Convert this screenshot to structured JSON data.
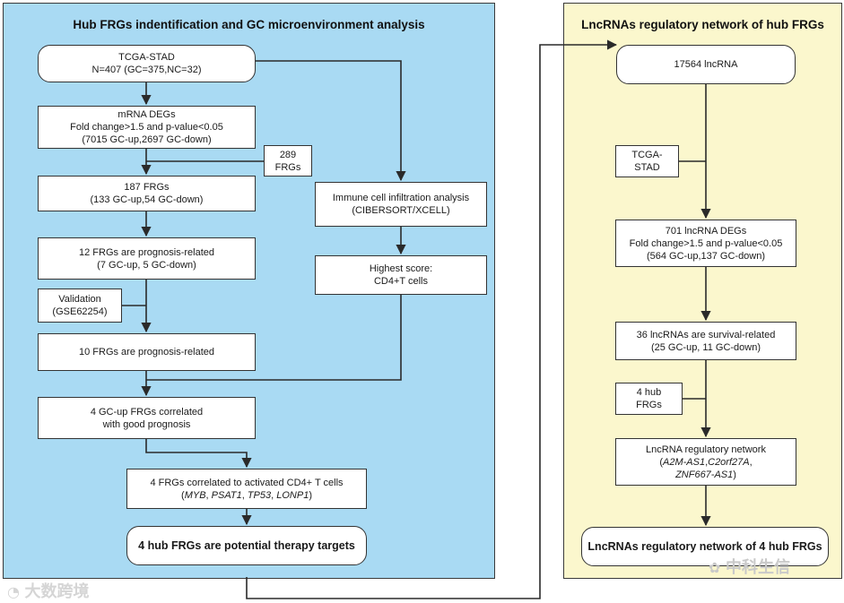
{
  "left_panel": {
    "title": "Hub FRGs indentification and GC microenvironment analysis",
    "tcga": {
      "l1": "TCGA-STAD",
      "l2": "N=407 (GC=375,NC=32)"
    },
    "mrna_degs": {
      "l1": "mRNA DEGs",
      "l2": "Fold change>1.5 and p-value<0.05",
      "l3": "(7015 GC-up,2697 GC-down)"
    },
    "frgs289": {
      "l1": "289",
      "l2": "FRGs"
    },
    "frgs187": {
      "l1": "187 FRGs",
      "l2": "(133 GC-up,54 GC-down)"
    },
    "immune": {
      "l1": "Immune cell infiltration analysis",
      "l2": "(CIBERSORT/XCELL)"
    },
    "prognosis12": {
      "l1": "12 FRGs are prognosis-related",
      "l2": "(7 GC-up, 5 GC-down)"
    },
    "highest": {
      "l1": "Highest score:",
      "l2": "CD4+T cells"
    },
    "validation": {
      "l1": "Validation",
      "l2": "(GSE62254)"
    },
    "prognosis10": {
      "l1": "10 FRGs are prognosis-related"
    },
    "good4": {
      "l1": "4 GC-up FRGs correlated",
      "l2": "with good prognosis"
    },
    "cd4": {
      "l1": "4 FRGs correlated to activated CD4+ T cells",
      "open": "(",
      "g1": "MYB",
      "sep1": ", ",
      "g2": "PSAT1",
      "sep2": ", ",
      "g3": "TP53",
      "sep3": ", ",
      "g4": "LONP1",
      "close": ")"
    },
    "targets": {
      "l1": "4 hub FRGs are potential therapy targets"
    }
  },
  "right_panel": {
    "title": "LncRNAs regulatory network of hub FRGs",
    "lnc17564": {
      "l1": "17564 lncRNA"
    },
    "tcga": {
      "l1": "TCGA-",
      "l2": "STAD"
    },
    "lnc701": {
      "l1": "701 lncRNA DEGs",
      "l2": "Fold change>1.5 and p-value<0.05",
      "l3": "(564 GC-up,137 GC-down)"
    },
    "lnc36": {
      "l1": "36 lncRNAs are survival-related",
      "l2": "(25 GC-up, 11 GC-down)"
    },
    "hub4": {
      "l1": "4 hub",
      "l2": "FRGs"
    },
    "network": {
      "l1": "LncRNA regulatory network",
      "open": "(",
      "g1": "A2M-AS1",
      "sep1": ",",
      "g2": "C2orf27A",
      "sep2": ",",
      "g3": "ZNF667-AS1",
      "close": ")"
    },
    "final": {
      "l1": "LncRNAs regulatory network of 4 hub FRGs"
    }
  },
  "watermarks": {
    "left": "大数跨境",
    "right": "中科生信"
  },
  "colors": {
    "left_panel": "#a9daf3",
    "right_panel": "#fbf7cd",
    "box": "#ffffff",
    "line": "#2a2a2a"
  }
}
